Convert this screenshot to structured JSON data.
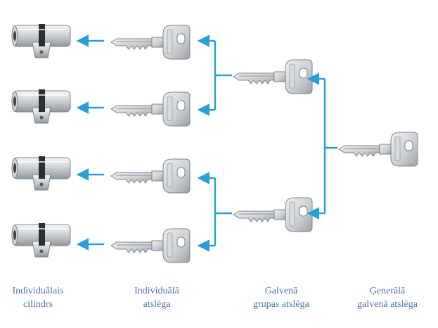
{
  "captions": {
    "cylinders": {
      "line1": "Individuālais",
      "line2": "cilindrs"
    },
    "individual_keys": {
      "line1": "Individuālā",
      "line2": "atslēga"
    },
    "group_master_keys": {
      "line1": "Galvenā",
      "line2": "grupas atslēga"
    },
    "grand_master_key": {
      "line1": "Ģenerālā",
      "line2": "galvenā atslēga"
    }
  },
  "colors": {
    "arrow": "#2a9fd6",
    "caption": "#4f78a8",
    "metal_light": "#e6e8ea",
    "metal_dark": "#8f969c",
    "cam": "#2b2f33"
  },
  "icons": {
    "cylinder": "euro-profile-cylinder-icon",
    "key": "key-icon",
    "arrow": "arrow-left-icon"
  }
}
